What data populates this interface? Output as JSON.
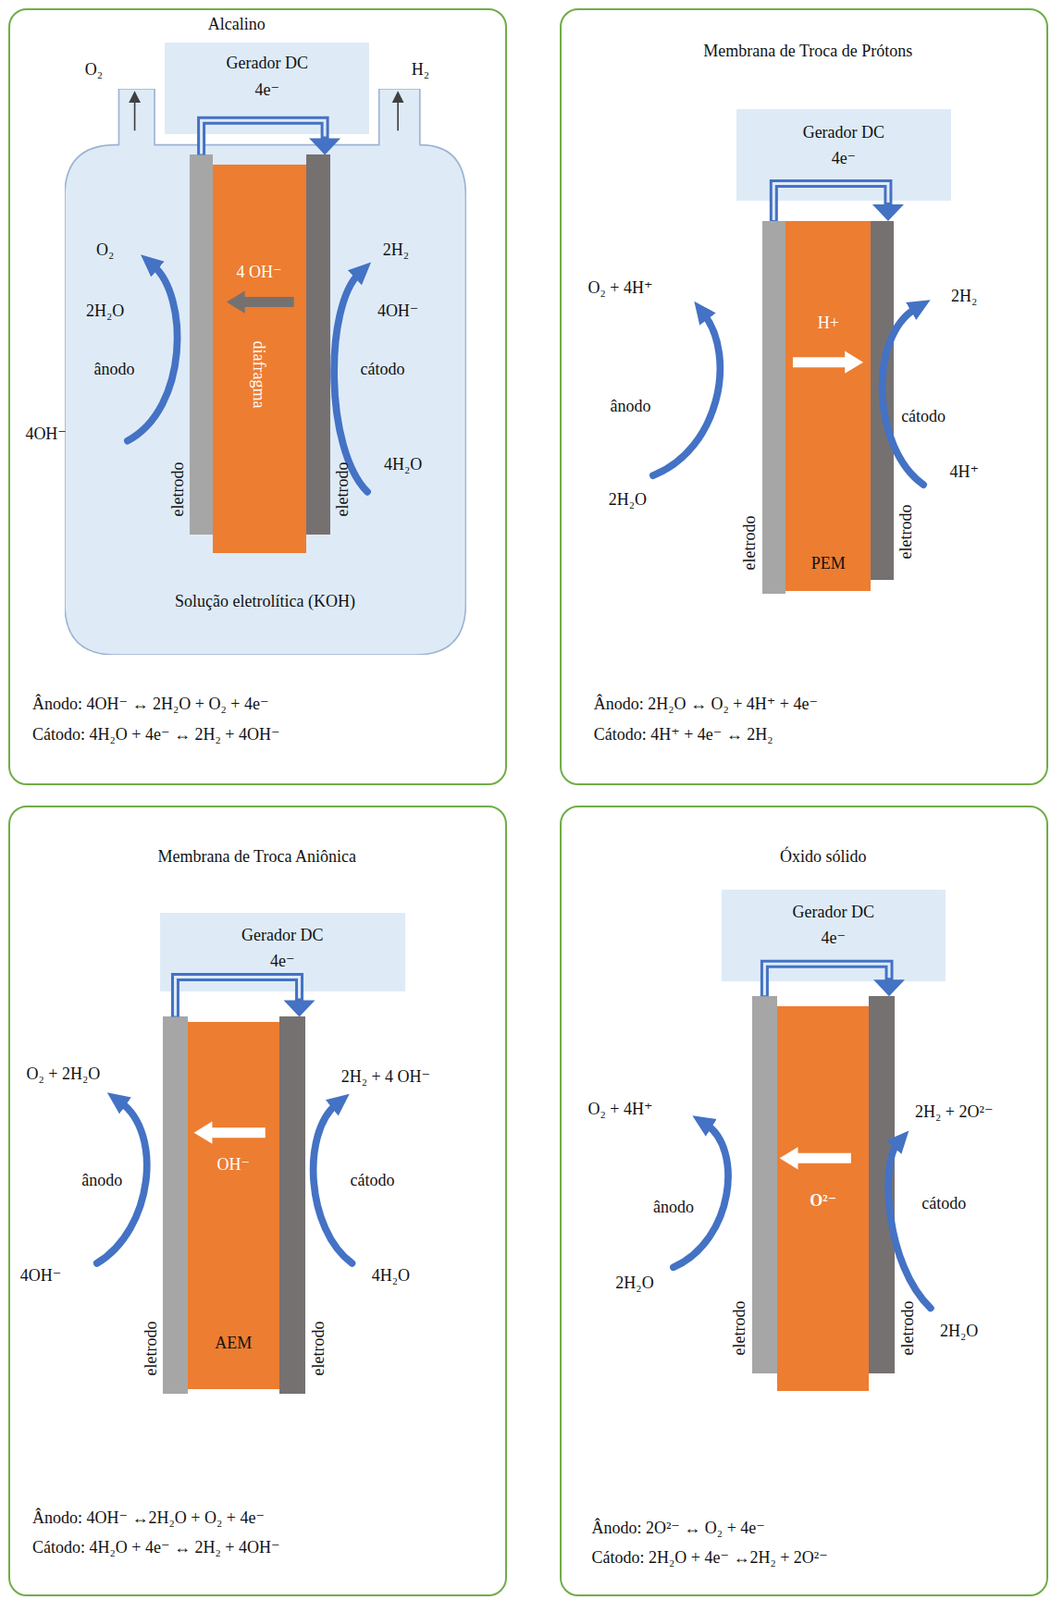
{
  "diagram": {
    "nodes": [
      {
        "text": [
          "Alcalino",
          "Ânodo: 4OH⁻ ↔ 2H₂O + O₂ + 4e⁻",
          "Cátodo: 4H₂O + 4e⁻ ↔ 2H₂ + 4OH⁻"
        ]
      },
      {
        "text": [
          "Solução eletrolítica (KOH)"
        ],
        "in": 0
      },
      {
        "text": [
          "Gerador DC",
          "4e⁻"
        ],
        "in": 0
      },
      {
        "text": [
          "eletrodo"
        ],
        "in": 1
      },
      {
        "text": [
          "4 OH⁻",
          "diafragma"
        ],
        "in": 1
      },
      {
        "text": [
          "eletrodo"
        ],
        "in": 1
      },
      {
        "text": [
          "Membrana de Troca de Prótons",
          "Ânodo: 2H₂O ↔ O₂ + 4H⁺ + 4e⁻",
          "Cátodo: 4H⁺ + 4e⁻ ↔ 2H₂"
        ]
      },
      {
        "text": [
          "Gerador DC",
          "4e⁻"
        ],
        "in": 6
      },
      {
        "text": [
          "eletrodo"
        ],
        "in": 6
      },
      {
        "text": [
          "H+",
          "PEM"
        ],
        "in": 6
      },
      {
        "text": [
          "eletrodo"
        ],
        "in": 6
      },
      {
        "text": [
          "Membrana de Troca Aniônica",
          "Ânodo: 4OH⁻ ↔2H₂O + O₂ + 4e⁻",
          "Cátodo: 4H₂O + 4e⁻ ↔ 2H₂ + 4OH⁻"
        ]
      },
      {
        "text": [
          "Gerador DC",
          "4e⁻"
        ],
        "in": 11
      },
      {
        "text": [
          "eletrodo"
        ],
        "in": 11
      },
      {
        "text": [
          "OH⁻",
          "AEM"
        ],
        "in": 11
      },
      {
        "text": [
          "eletrodo"
        ],
        "in": 11
      },
      {
        "text": [
          "Óxido sólido",
          "Ânodo: 2O²⁻ ↔ O₂ + 4e⁻",
          "Cátodo: 2H₂O + 4e⁻ ↔2H₂ + 2O²⁻"
        ]
      },
      {
        "text": [
          "Gerador DC",
          "4e⁻"
        ],
        "in": 16
      },
      {
        "text": [
          "eletrodo"
        ],
        "in": 16
      },
      {
        "text": [
          "O²⁻"
        ],
        "in": 16
      },
      {
        "text": [
          "eletrodo"
        ],
        "in": 16
      }
    ],
    "edges": [
      {
        "from": 3,
        "to": 5,
        "arrow": "to"
      },
      {
        "from": 8,
        "to": 10,
        "arrow": "to"
      },
      {
        "from": 13,
        "to": 15,
        "arrow": "to"
      },
      {
        "from": 18,
        "to": 20,
        "arrow": "to"
      }
    ],
    "labels": [
      "O₂",
      "H₂",
      "O₂",
      "2H₂O",
      "ânodo",
      "4OH⁻",
      "2H₂",
      "4OH⁻",
      "cátodo",
      "4H₂O",
      "O₂ + 4H⁺",
      "ânodo",
      "2H₂O",
      "2H₂",
      "cátodo",
      "4H⁺",
      "O₂ + 2H₂O",
      "ânodo",
      "4OH⁻",
      "2H₂ + 4 OH⁻",
      "cátodo",
      "4H₂O",
      "O₂ + 4H⁺",
      "ânodo",
      "2H₂O",
      "2H₂ + 2O²⁻",
      "cátodo",
      "2H₂O"
    ]
  }
}
